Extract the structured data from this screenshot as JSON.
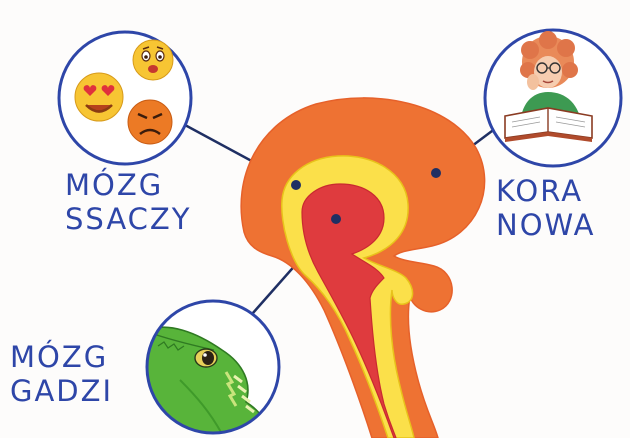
{
  "labels": {
    "mammal": [
      "MÓZG",
      "SSACZY"
    ],
    "neocortex": [
      "KORA",
      "NOWA"
    ],
    "reptile": [
      "MÓZG",
      "GADZI"
    ]
  },
  "colors": {
    "ink": "#2e46a8",
    "outer_layer": "#ee7233",
    "middle_layer": "#fbe04a",
    "inner_layer": "#df3b3e",
    "emoji_yellow": "#f7c533",
    "emoji_orange": "#ec7a25",
    "lizard_green": "#58b43a"
  },
  "icons": [
    "heart-eyes-emoji-icon",
    "shocked-emoji-icon",
    "sad-emoji-icon",
    "reading-woman-icon",
    "lizard-head-icon"
  ]
}
